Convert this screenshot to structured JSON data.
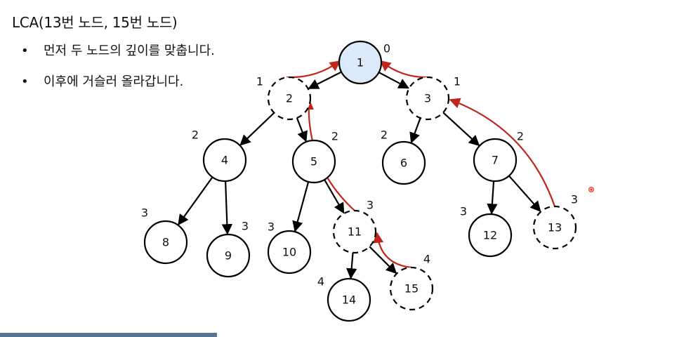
{
  "slide": {
    "title": "LCA(13번 노드, 15번 노드)",
    "bullets": [
      "먼저 두 노드의 깊이를 맞춥니다.",
      "이후에 거슬러 올라갑니다."
    ]
  },
  "tree": {
    "nodes": [
      {
        "id": "1",
        "label": "1",
        "depth": "0",
        "style": "root"
      },
      {
        "id": "2",
        "label": "2",
        "depth": "1",
        "style": "dashed"
      },
      {
        "id": "3",
        "label": "3",
        "depth": "1",
        "style": "dashed"
      },
      {
        "id": "4",
        "label": "4",
        "depth": "2",
        "style": "solid"
      },
      {
        "id": "5",
        "label": "5",
        "depth": "2",
        "style": "solid"
      },
      {
        "id": "6",
        "label": "6",
        "depth": "2",
        "style": "solid"
      },
      {
        "id": "7",
        "label": "7",
        "depth": "2",
        "style": "solid"
      },
      {
        "id": "8",
        "label": "8",
        "depth": "3",
        "style": "solid"
      },
      {
        "id": "9",
        "label": "9",
        "depth": "3",
        "style": "solid"
      },
      {
        "id": "10",
        "label": "10",
        "depth": "3",
        "style": "solid"
      },
      {
        "id": "11",
        "label": "11",
        "depth": "3",
        "style": "dashed"
      },
      {
        "id": "12",
        "label": "12",
        "depth": "3",
        "style": "solid"
      },
      {
        "id": "13",
        "label": "13",
        "depth": "3",
        "style": "dashed"
      },
      {
        "id": "14",
        "label": "14",
        "depth": "4",
        "style": "solid"
      },
      {
        "id": "15",
        "label": "15",
        "depth": "4",
        "style": "dashed"
      }
    ],
    "edges": [
      [
        "1",
        "2"
      ],
      [
        "1",
        "3"
      ],
      [
        "2",
        "4"
      ],
      [
        "2",
        "5"
      ],
      [
        "3",
        "6"
      ],
      [
        "3",
        "7"
      ],
      [
        "4",
        "8"
      ],
      [
        "4",
        "9"
      ],
      [
        "5",
        "10"
      ],
      [
        "5",
        "11"
      ],
      [
        "7",
        "12"
      ],
      [
        "7",
        "13"
      ],
      [
        "11",
        "14"
      ],
      [
        "11",
        "15"
      ]
    ],
    "climb_arrows": [
      [
        "15",
        "11"
      ],
      [
        "11",
        "2"
      ],
      [
        "13",
        "3"
      ],
      [
        "2",
        "1"
      ],
      [
        "3",
        "1"
      ]
    ],
    "colors": {
      "root_fill": "#dce9f8",
      "node_fill": "#ffffff",
      "stroke": "#000000",
      "climb_arrow": "#c0261a"
    }
  }
}
